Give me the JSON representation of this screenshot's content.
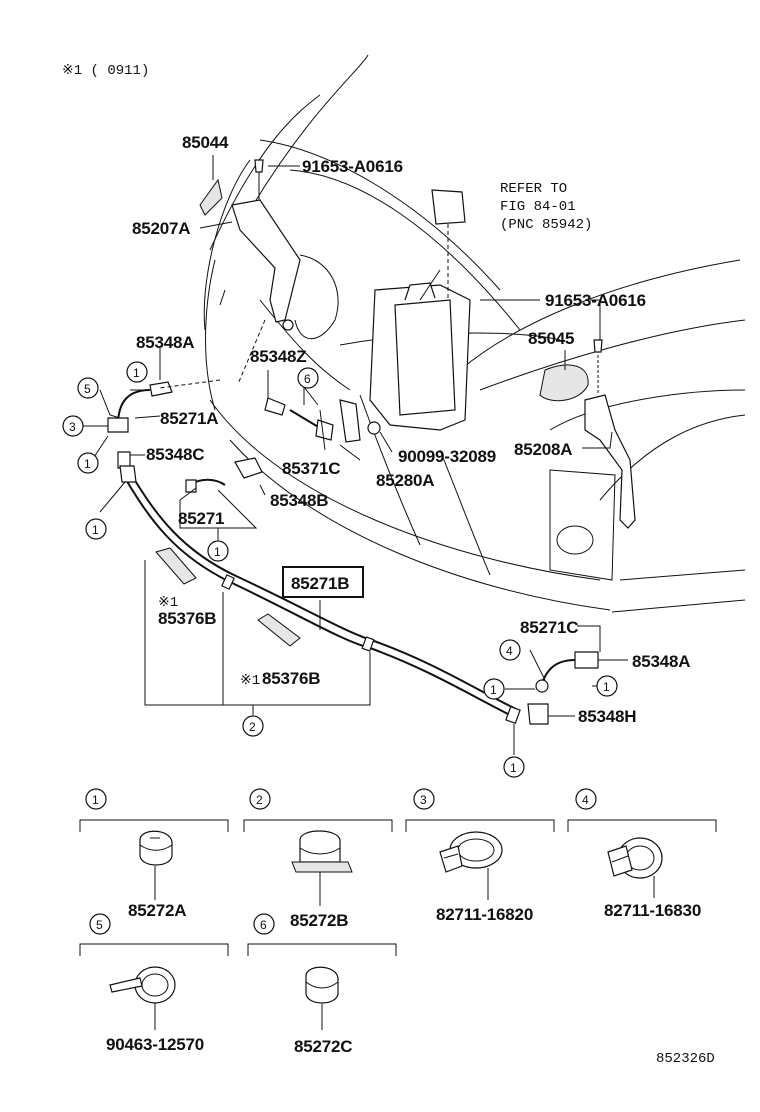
{
  "header_note": "※1 (       0911)",
  "refer_note": [
    "REFER TO",
    "FIG 84-01",
    "(PNC 85942)"
  ],
  "parts": {
    "p85044": "85044",
    "p91653_top": "91653-A0616",
    "p85207A": "85207A",
    "p91653_right": "91653-A0616",
    "p85045": "85045",
    "p85348A_top": "85348A",
    "p85348Z": "85348Z",
    "p85271A": "85271A",
    "p85348C": "85348C",
    "p85371C": "85371C",
    "p85280A": "85280A",
    "p90099": "90099-32089",
    "p85208A": "85208A",
    "p85348B": "85348B",
    "p85271": "85271",
    "p85271B": "85271B",
    "p85376B_left": "85376B",
    "p85376B_right": "85376B",
    "p85271C": "85271C",
    "p85348A_bottom": "85348A",
    "p85348H": "85348H"
  },
  "marks": {
    "note": "※1"
  },
  "callouts": [
    "1",
    "2",
    "3",
    "4",
    "5",
    "6"
  ],
  "legend": [
    {
      "num": "1",
      "part": "85272A",
      "icon": "clip-ring-icon"
    },
    {
      "num": "2",
      "part": "85272B",
      "icon": "clip-saddle-icon"
    },
    {
      "num": "3",
      "part": "82711-16820",
      "icon": "band-clamp-icon"
    },
    {
      "num": "4",
      "part": "82711-16830",
      "icon": "band-clamp-icon"
    },
    {
      "num": "5",
      "part": "90463-12570",
      "icon": "cable-tie-icon"
    },
    {
      "num": "6",
      "part": "85272C",
      "icon": "clip-ring-icon"
    }
  ],
  "figure_code": "852326D"
}
